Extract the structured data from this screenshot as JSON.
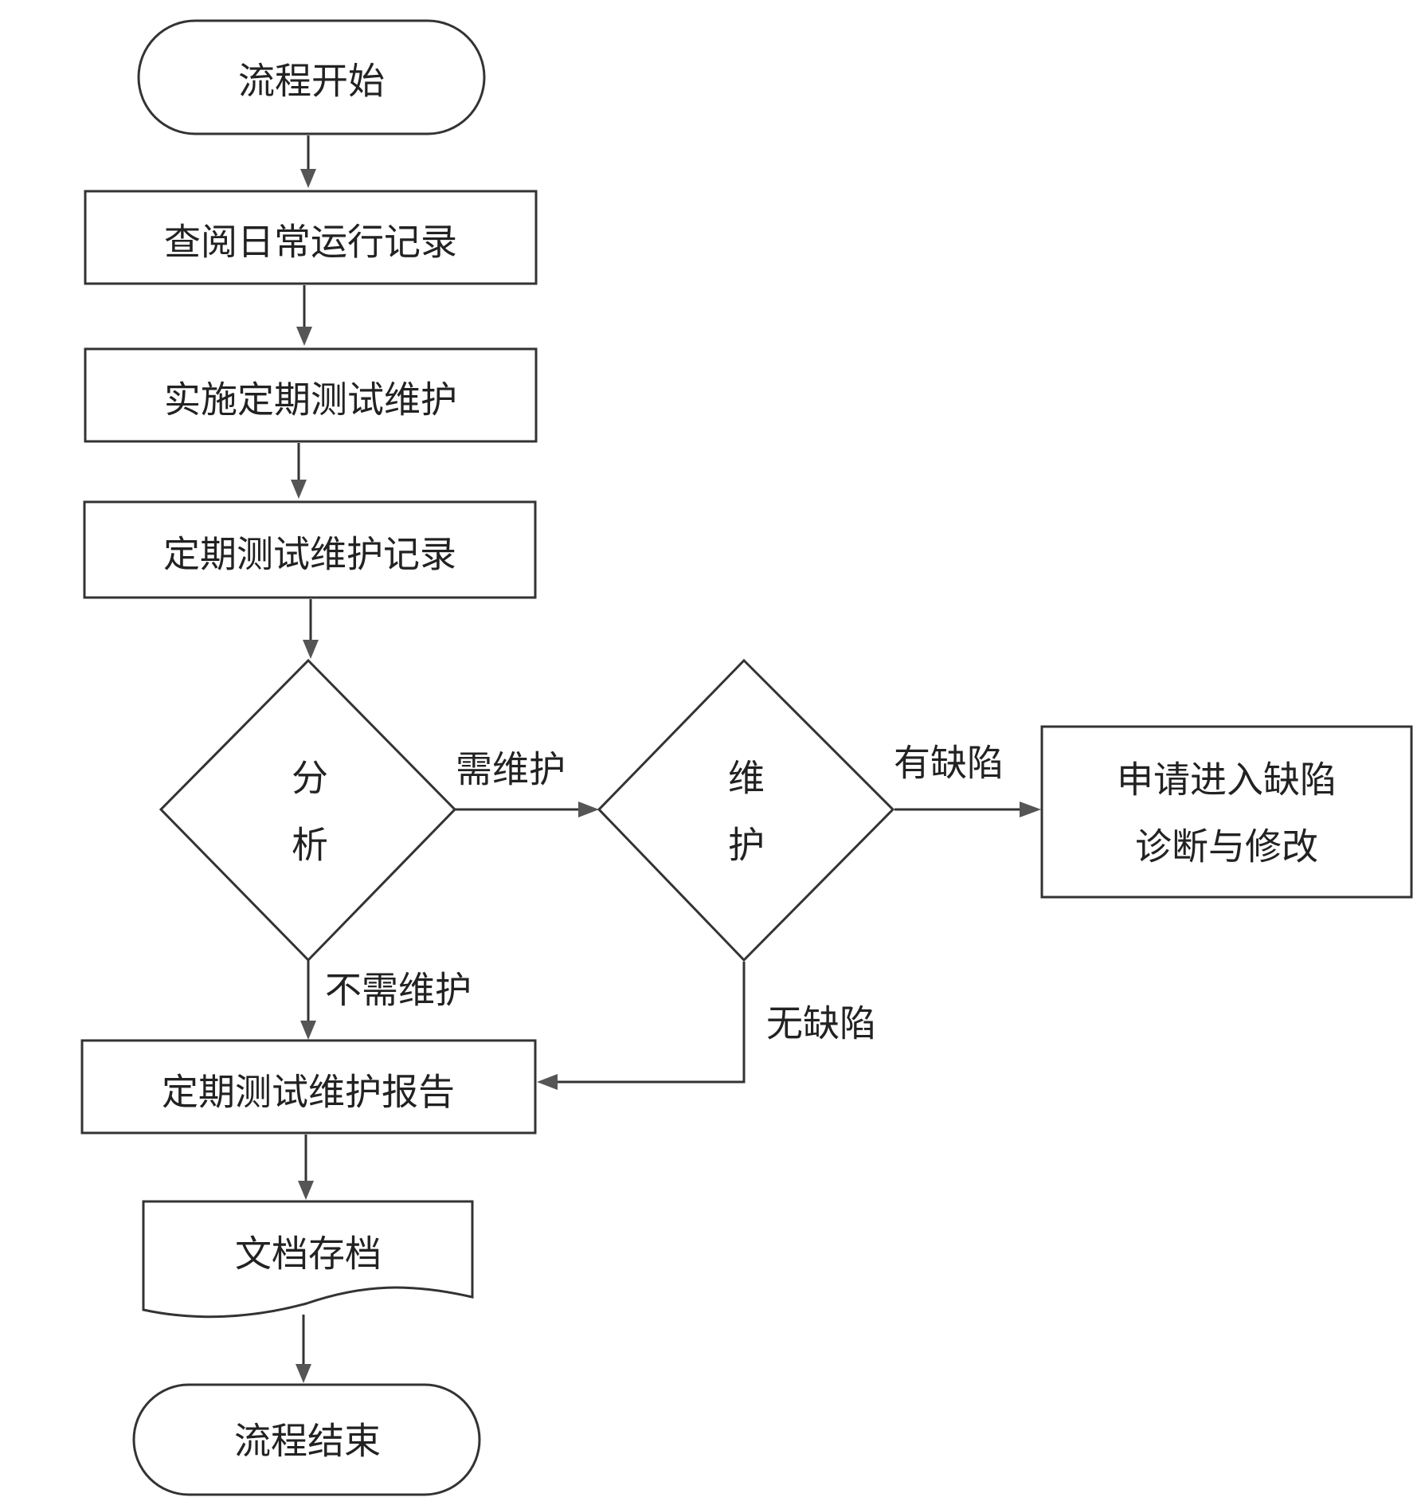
{
  "nodes": {
    "start": "流程开始",
    "review_records": "查阅日常运行记录",
    "implement_maintenance": "实施定期测试维护",
    "maintenance_records": "定期测试维护记录",
    "analysis": {
      "line1": "分",
      "line2": "析"
    },
    "maintain": {
      "line1": "维",
      "line2": "护"
    },
    "apply_defect": {
      "line1": "申请进入缺陷",
      "line2": "诊断与修改"
    },
    "report": "定期测试维护报告",
    "archive": "文档存档",
    "end": "流程结束"
  },
  "edges": {
    "needs_maintenance": "需维护",
    "no_maintenance_needed": "不需维护",
    "has_defect": "有缺陷",
    "no_defect": "无缺陷"
  },
  "colors": {
    "stroke": "#333333",
    "arrowhead": "#555555",
    "text": "#222222",
    "background": "#ffffff"
  }
}
